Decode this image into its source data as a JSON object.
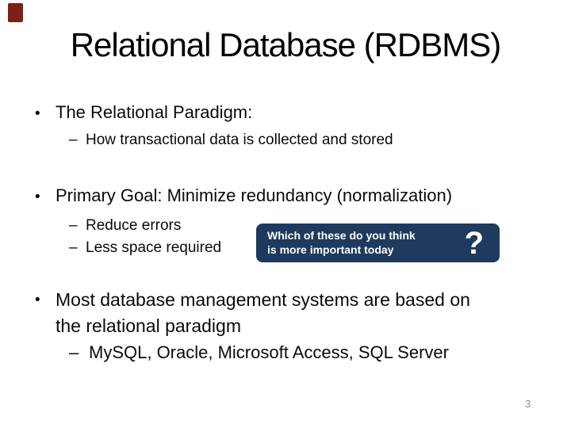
{
  "slide": {
    "title": "Relational Database (RDBMS)",
    "page_number": "3"
  },
  "markers": {
    "bullet": "•",
    "dash": "–"
  },
  "content": {
    "bullet1": "The Relational Paradigm:",
    "sub1": "How transactional data is collected and stored",
    "bullet2": "Primary Goal: Minimize redundancy (normalization)",
    "sub2a": "Reduce errors",
    "sub2b": "Less space required",
    "bullet3_line1": "Most database management systems are based on",
    "bullet3_line2": "the relational paradigm",
    "sub3": "MySQL, Oracle, Microsoft Access, SQL Server"
  },
  "callout": {
    "line1": "Which of these do you think",
    "line2": "is more important today",
    "mark": "?"
  },
  "colors": {
    "title_text": "#000000",
    "body_text": "#0a0a0a",
    "callout_bg": "#1e3a5e",
    "callout_text": "#ffffff",
    "corner_accent": "#7a2015",
    "page_number": "#8a8a8a"
  }
}
